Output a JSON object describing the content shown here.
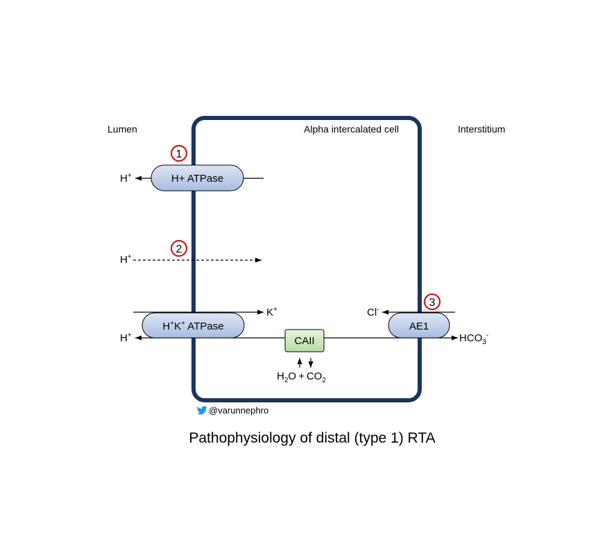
{
  "labels": {
    "lumen": "Lumen",
    "cell": "Alpha intercalated cell",
    "interstitium": "Interstitium"
  },
  "markers": [
    "1",
    "2",
    "3"
  ],
  "transporters": {
    "h_atpase": "H+ ATPase",
    "hk_atpase_base": "H",
    "hk_atpase_sup1": "+",
    "hk_atpase_mid": "K",
    "hk_atpase_sup2": "+",
    "hk_atpase_tail": " ATPase",
    "ae1": "AE1",
    "caii": "CAII"
  },
  "ions": {
    "h": "H",
    "plus": "+",
    "k": "K",
    "cl": "Cl",
    "minus": "-",
    "hco3": "HCO",
    "hco3_sub": "3",
    "h2o_h": "H",
    "h2o_sub": "2",
    "h2o_o": "O",
    "plus_sign": "+",
    "co": "CO",
    "co_sub": "2"
  },
  "credit": "@varunnephro",
  "caption": "Pathophysiology of distal (type 1) RTA",
  "colors": {
    "cell_border": "#1c3461",
    "transporter_fill_top": "#dde6f6",
    "transporter_fill_bottom": "#a9bde0",
    "caii_fill_top": "#e6f3dd",
    "caii_fill_bottom": "#b9dba4",
    "marker": "#d0161b",
    "twitter": "#1d9bf0"
  }
}
